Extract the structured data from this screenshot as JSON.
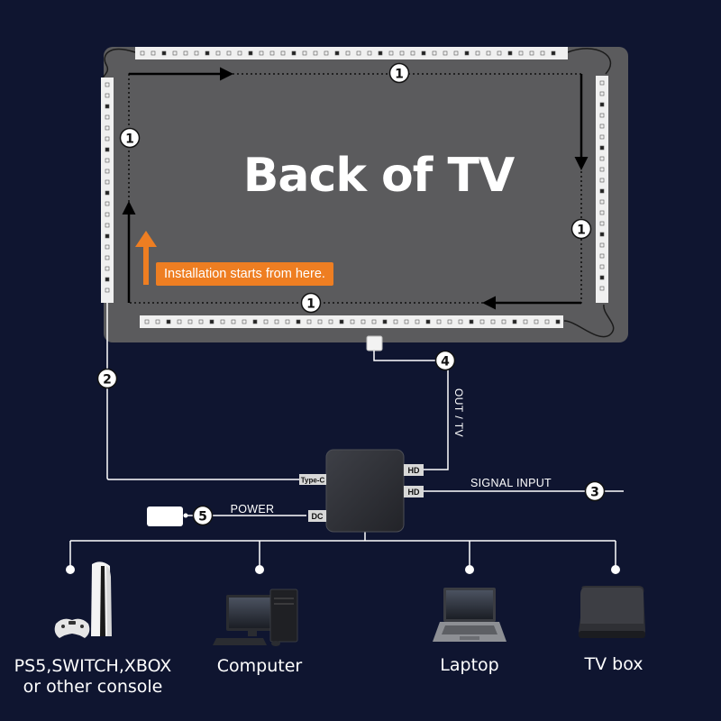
{
  "tv": {
    "title": "Back of TV"
  },
  "callout": {
    "text": "Installation starts from here."
  },
  "steps": {
    "strip": "1",
    "lead": "2",
    "signal": "3",
    "out": "4",
    "power": "5"
  },
  "labels": {
    "out_tv": "OUT / TV",
    "signal_input": "SIGNAL INPUT",
    "power": "POWER",
    "type_c": "Type-C",
    "hd": "HD",
    "dc": "DC"
  },
  "devices": [
    {
      "line1": "PS5,SWITCH,XBOX",
      "line2": "or other console"
    },
    {
      "line1": "Computer"
    },
    {
      "line1": "Laptop"
    },
    {
      "line1": "TV box"
    }
  ],
  "colors": {
    "background": "#0f1530",
    "tv_panel": "#5b5b5d",
    "callout": "#ee7e22",
    "strip": "#f0f0f0"
  }
}
